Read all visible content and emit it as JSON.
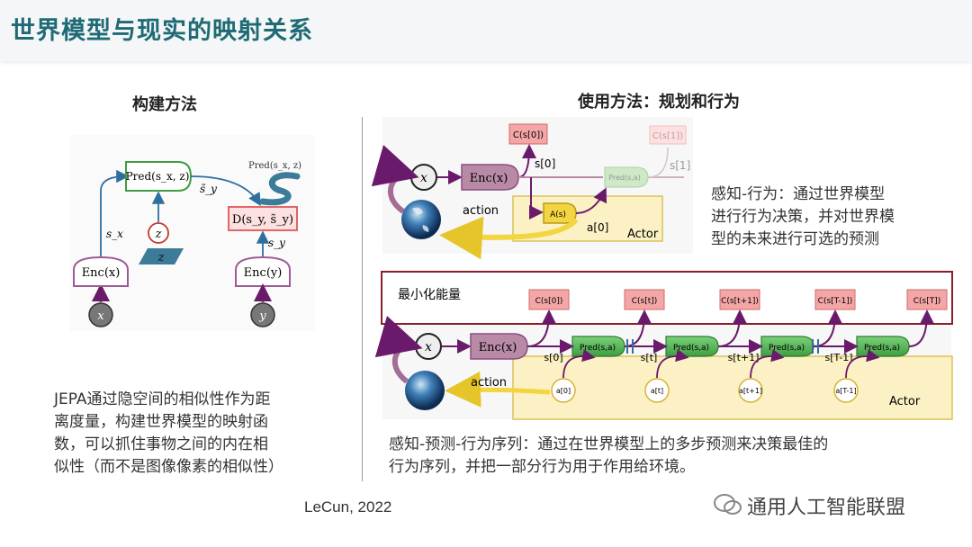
{
  "title": "世界模型与现实的映射关系",
  "left": {
    "heading": "构建方法",
    "diagram": {
      "pred": "Pred(s_x, z)",
      "enc_x": "Enc(x)",
      "enc_y": "Enc(y)",
      "dist": "D(s_y, s̃_y)",
      "s_tilde_y": "s̃_y",
      "s_x": "s_x",
      "s_y": "s_y",
      "z": "z",
      "z_box": "z",
      "x": "x",
      "y": "y",
      "s_label": "Pred(s_x, z)"
    },
    "description": [
      "JEPA通过隐空间的相似性作为距",
      "离度量，构建世界模型的映射函",
      "数，可以抓住事物之间的内在相",
      "似性（而不是图像像素的相似性）"
    ]
  },
  "right": {
    "heading": "使用方法：规划和行为",
    "top": {
      "x": "x",
      "enc": "Enc(x)",
      "c0": "C(s[0])",
      "c1": "C(s[1])",
      "s0": "s[0]",
      "s1": "s[1]",
      "pred": "Pred(s,a)",
      "action": "action",
      "as": "A(s)",
      "a0": "a[0]",
      "actor": "Actor"
    },
    "top_text": [
      "感知-行为：通过世界模型",
      "进行行为决策，并对世界模",
      "型的未来进行可选的预测"
    ],
    "bottom": {
      "energy": "最小化能量",
      "x": "x",
      "enc": "Enc(x)",
      "costs": [
        "C(s[0])",
        "C(s[t])",
        "C(s[t+1])",
        "C(s[T-1])",
        "C(s[T])"
      ],
      "preds": [
        "Pred(s,a)",
        "Pred(s,a)",
        "Pred(s,a)",
        "Pred(s,a)"
      ],
      "states": [
        "s[0]",
        "s[t]",
        "s[t+1]",
        "s[T-1]"
      ],
      "actions": [
        "a[0]",
        "a[t]",
        "a[t+1]",
        "a[T-1]"
      ],
      "action": "action",
      "actor": "Actor"
    },
    "bottom_text": [
      "感知-预测-行为序列：通过在世界模型上的多步预测来决策最佳的",
      "行为序列，并把一部分行为用于作用给环境。"
    ]
  },
  "credit": "LeCun, 2022",
  "watermark": "通用人工智能联盟",
  "colors": {
    "title": "#1f6b75",
    "encoder": "#b98aa6",
    "predictor": "#4caf50",
    "cost": "#f4a6a6",
    "actor": "#fbf1c4",
    "action_arrow": "#f2d541",
    "arrow": "#6a1a6a"
  }
}
